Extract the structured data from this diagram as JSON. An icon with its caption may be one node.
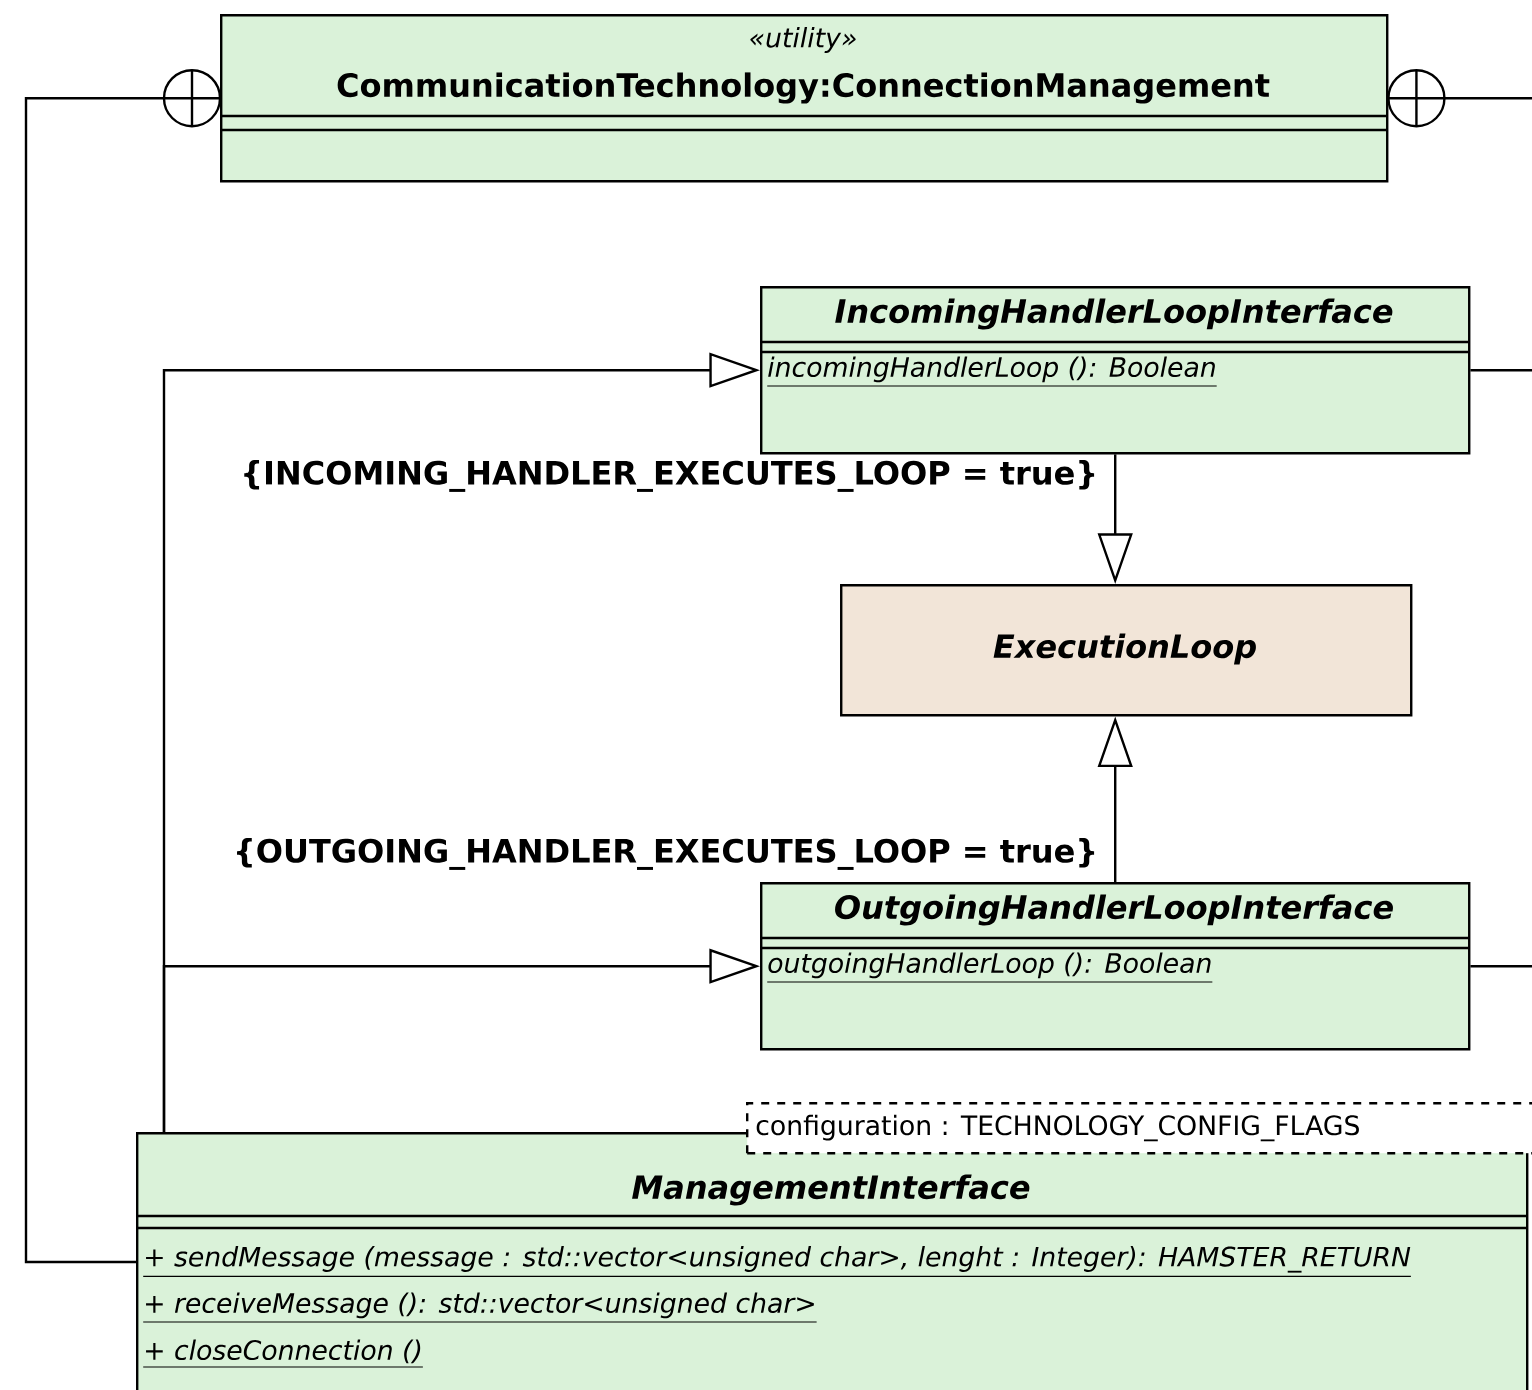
{
  "diagram": {
    "nodes": [
      {
        "text": [
          "«utility»",
          "CommunicationTechnology:ConnectionManagement"
        ]
      },
      {
        "text": [
          "IncomingHandlerLoopInterface",
          "incomingHandlerLoop (): Boolean"
        ]
      },
      {
        "text": [
          "ExecutionLoop"
        ]
      },
      {
        "text": [
          "OutgoingHandlerLoopInterface",
          "outgoingHandlerLoop (): Boolean"
        ]
      },
      {
        "text": [
          "ManagementInterface",
          "+ sendMessage (message : std::vector<unsigned char>, lenght : Integer): HAMSTER_RETURN",
          "+ receiveMessage (): std::vector<unsigned char>",
          "+ closeConnection ()"
        ],
        "beside": [
          "configuration : TECHNOLOGY_CONFIG_FLAGS"
        ]
      }
    ],
    "edges": [
      {
        "from": 4,
        "to": 0,
        "arrow": "other"
      },
      {
        "from": null,
        "to": 0,
        "arrow": "other"
      },
      {
        "from": 4,
        "to": 1,
        "arrow": "to"
      },
      {
        "from": 4,
        "to": 3,
        "arrow": "to"
      },
      {
        "from": 1,
        "to": 2,
        "arrow": "to",
        "label": "{INCOMING_HANDLER_EXECUTES_LOOP = true}"
      },
      {
        "from": 3,
        "to": 2,
        "arrow": "to",
        "label": "{OUTGOING_HANDLER_EXECUTES_LOOP = true}"
      },
      {
        "from": 1,
        "to": null,
        "arrow": "none"
      },
      {
        "from": 3,
        "to": null,
        "arrow": "none"
      }
    ]
  }
}
